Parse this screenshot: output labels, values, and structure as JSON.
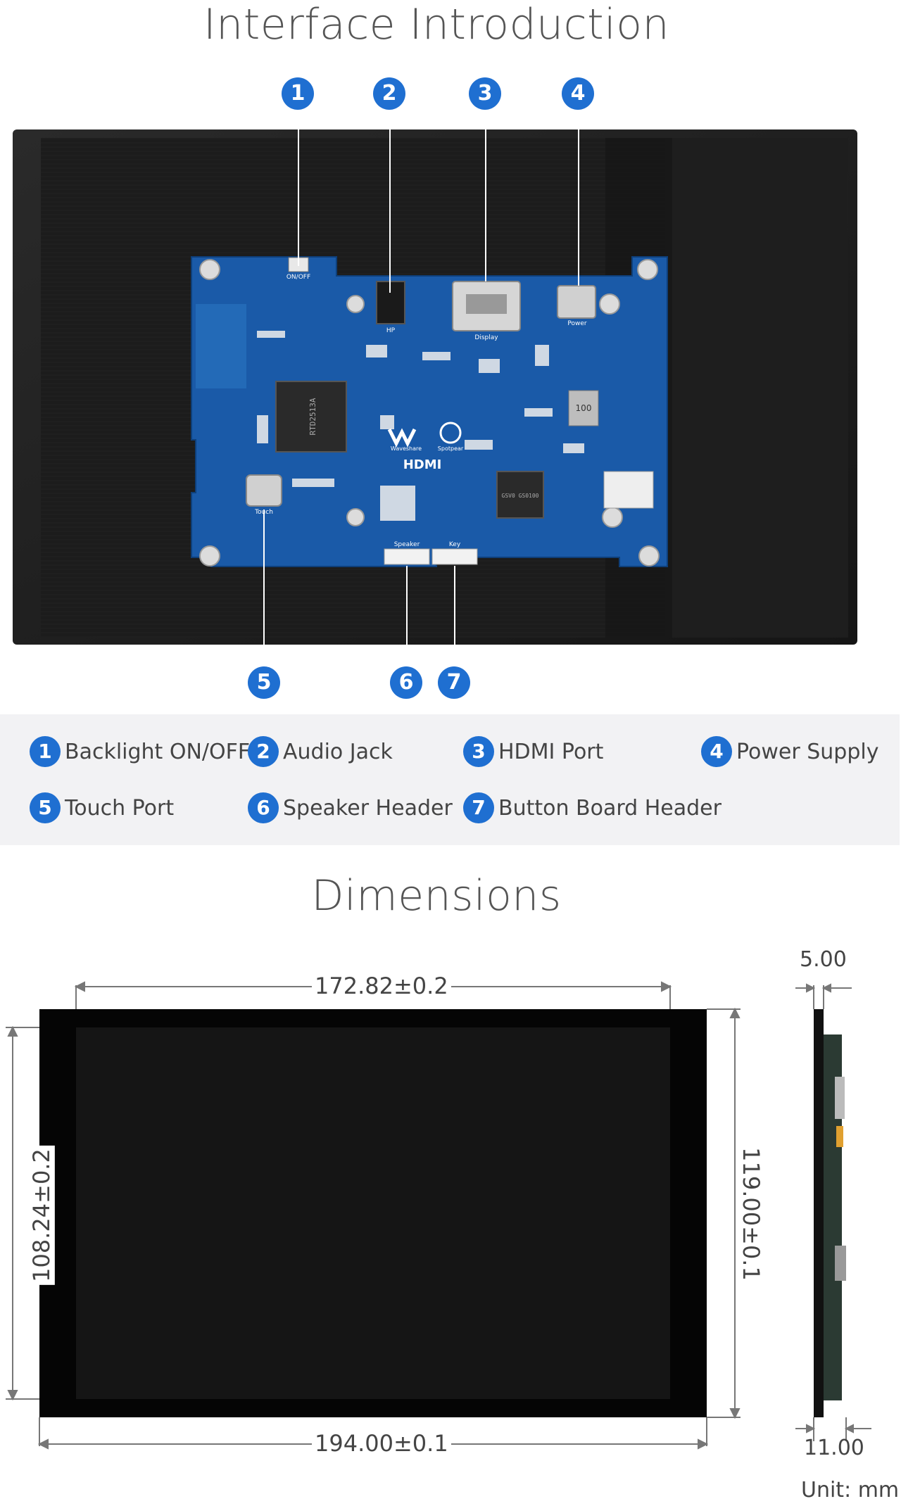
{
  "interface_title": "Interface Introduction",
  "dimensions_title": "Dimensions",
  "board": {
    "on_off_label": "ON/OFF",
    "hp_label": "HP",
    "display_label": "Display",
    "power_label": "Power",
    "touch_label": "Touch",
    "speaker_label": "Speaker",
    "key_label": "Key",
    "chip_main": "RTD2513A",
    "chip_small": "GSV0 GS0100",
    "inductor": "100",
    "brand1": "Waveshare",
    "brand2": "Spotpear",
    "hdmi_logo": "HDMI"
  },
  "callouts": [
    "1",
    "2",
    "3",
    "4",
    "5",
    "6",
    "7"
  ],
  "legend": [
    {
      "num": "1",
      "label": "Backlight ON/OFF"
    },
    {
      "num": "2",
      "label": "Audio Jack"
    },
    {
      "num": "3",
      "label": "HDMI Port"
    },
    {
      "num": "4",
      "label": "Power Supply"
    },
    {
      "num": "5",
      "label": "Touch Port"
    },
    {
      "num": "6",
      "label": "Speaker Header"
    },
    {
      "num": "7",
      "label": "Button Board Header"
    }
  ],
  "dimensions": {
    "active_width": "172.82±0.2",
    "outer_width": "194.00±0.1",
    "active_height": "108.24±0.2",
    "outer_height": "119.00±0.1",
    "side_top": "5.00",
    "side_bottom": "11.00",
    "unit": "Unit: mm"
  },
  "colors": {
    "badge": "#1f6fd1",
    "pcb": "#1a5aa8",
    "screen": "#111111"
  }
}
